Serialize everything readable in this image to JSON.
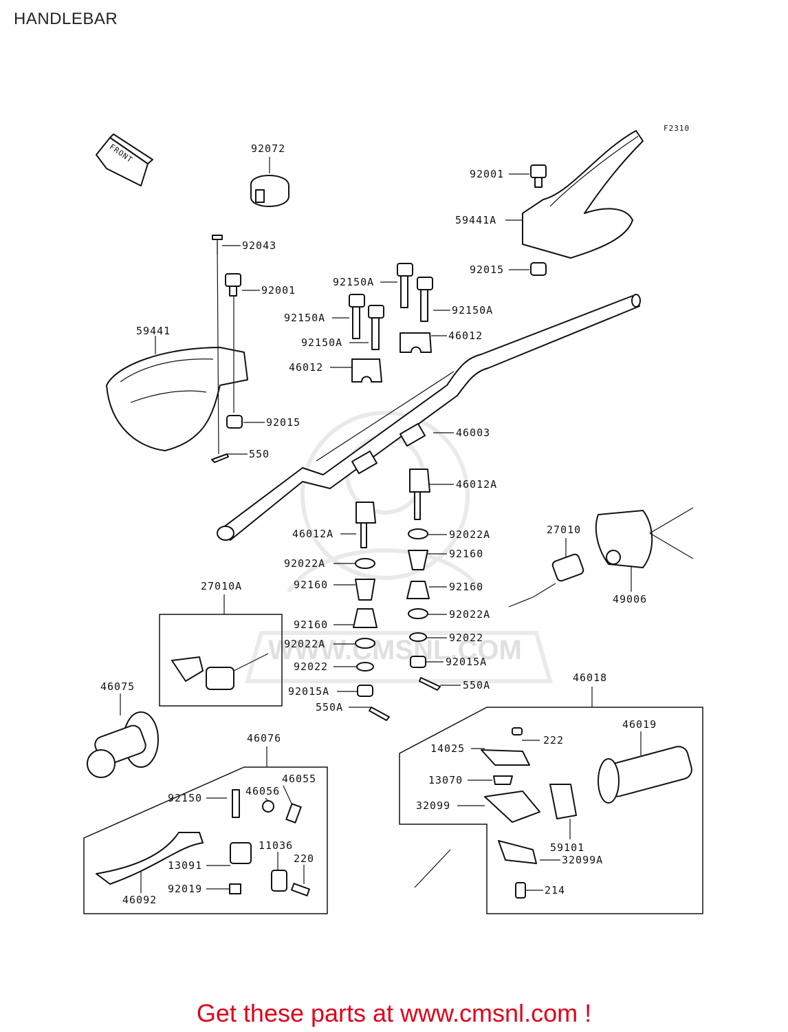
{
  "title": "HANDLEBAR",
  "figure_code": "F2310",
  "front_label": "FRONT",
  "watermark": "WWW.CMSNL.COM",
  "footer": "Get these parts at www.cmsnl.com !",
  "colors": {
    "footer": "#e0001a",
    "ink": "#111111",
    "watermark": "#c8c8c8"
  },
  "labels": {
    "l92072": "92072",
    "l92043": "92043",
    "l92001a": "92001",
    "l59441": "59441",
    "l92015a": "92015",
    "l550": "550",
    "l92001b": "92001",
    "l59441A": "59441A",
    "l92015b": "92015",
    "l92150Aa": "92150A",
    "l92150Ab": "92150A",
    "l92150Ac": "92150A",
    "l92150Ad": "92150A",
    "l46012a": "46012",
    "l46012b": "46012",
    "l46003": "46003",
    "l46012Aa": "46012A",
    "l46012Ab": "46012A",
    "l92022Aa": "92022A",
    "l92160a": "92160",
    "l92160b": "92160",
    "l92022Ab": "92022A",
    "l92022a": "92022",
    "l92015Aa": "92015A",
    "l550Aa": "550A",
    "l92022Ac": "92022A",
    "l92160c": "92160",
    "l92160d": "92160",
    "l92022Ad": "92022A",
    "l92022b": "92022",
    "l92015Ab": "92015A",
    "l550Ab": "550A",
    "l27010": "27010",
    "l49006": "49006",
    "l27010A": "27010A",
    "l46075": "46075",
    "l46076": "46076",
    "l46055": "46055",
    "l46056": "46056",
    "l92150": "92150",
    "l11036": "11036",
    "l220": "220",
    "l13091": "13091",
    "l92019": "92019",
    "l46092": "46092",
    "l46018": "46018",
    "l46019": "46019",
    "l222": "222",
    "l14025": "14025",
    "l13070": "13070",
    "l32099": "32099",
    "l59101": "59101",
    "l32099A": "32099A",
    "l214": "214"
  }
}
